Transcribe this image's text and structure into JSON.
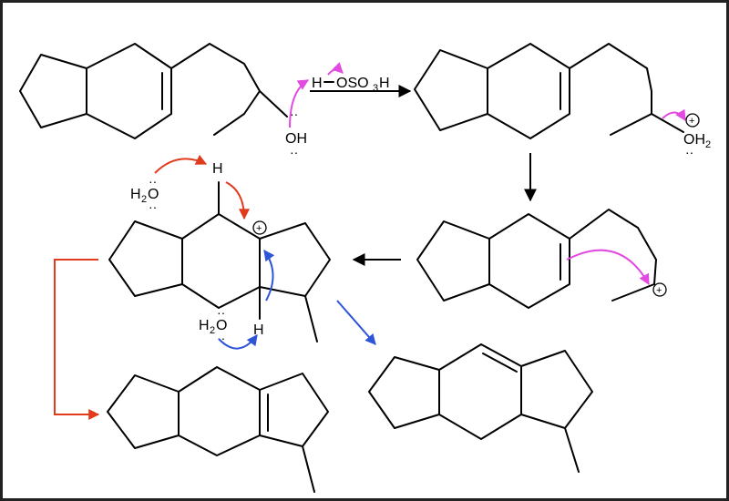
{
  "colors": {
    "arrow_magenta": "#e24be0",
    "arrow_red": "#e23b1c",
    "arrow_blue": "#2e55d6",
    "ink": "#000000"
  },
  "labels": {
    "oh": "OH",
    "h_reagent": "H",
    "osreagent_tail": "OSO",
    "sub3": "3",
    "h_tail": "H",
    "oh2_top": "OH",
    "sub2": "2",
    "h_top": "H",
    "h2o_left_H": "H",
    "h2o_left_sub": "2",
    "h2o_left_O": "O",
    "h_bottom": "H",
    "h2o_bottom_H": "H",
    "h2o_bottom_sub": "2",
    "h2o_bottom_O": "O",
    "plus": "+",
    "lone_pair": "··"
  }
}
